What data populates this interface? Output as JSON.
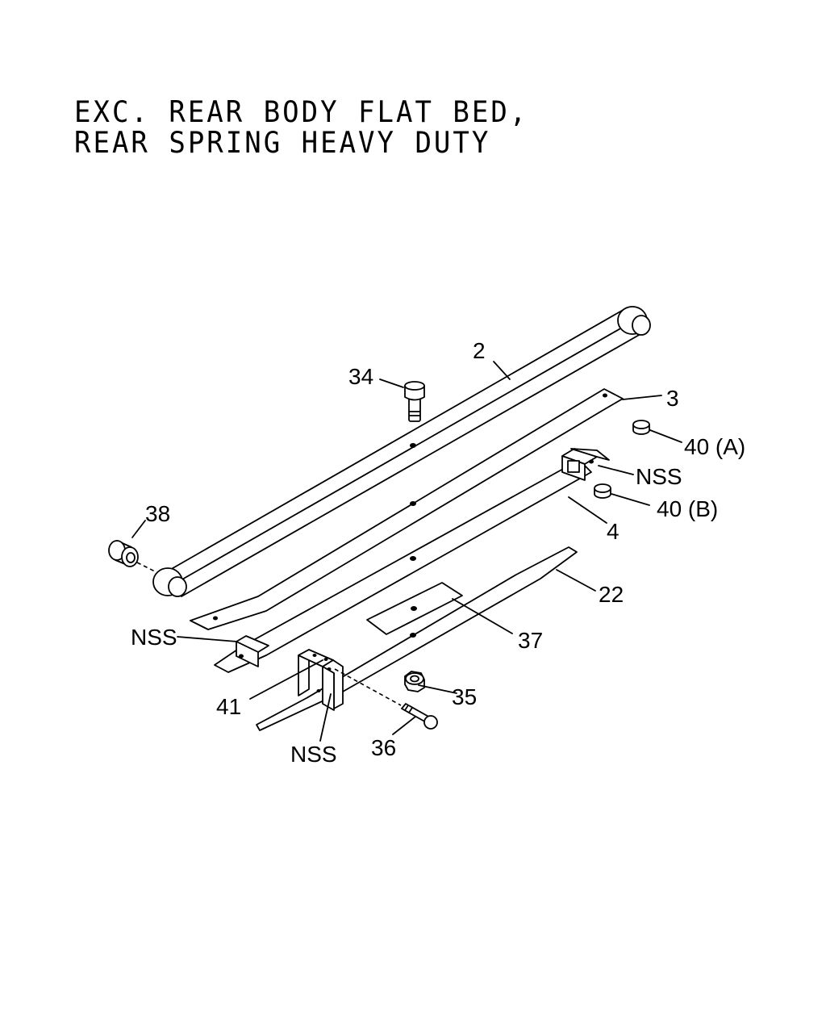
{
  "title_lines": [
    "EXC. REAR BODY FLAT BED,",
    "REAR SPRING HEAVY DUTY"
  ],
  "callouts": {
    "part_2": "2",
    "part_3": "3",
    "part_4": "4",
    "part_22": "22",
    "part_34": "34",
    "part_35": "35",
    "part_36": "36",
    "part_37": "37",
    "part_38": "38",
    "part_40a": "40 (A)",
    "part_40b": "40 (B)",
    "part_41": "41",
    "nss_right": "NSS",
    "nss_left": "NSS",
    "nss_bottom": "NSS"
  }
}
